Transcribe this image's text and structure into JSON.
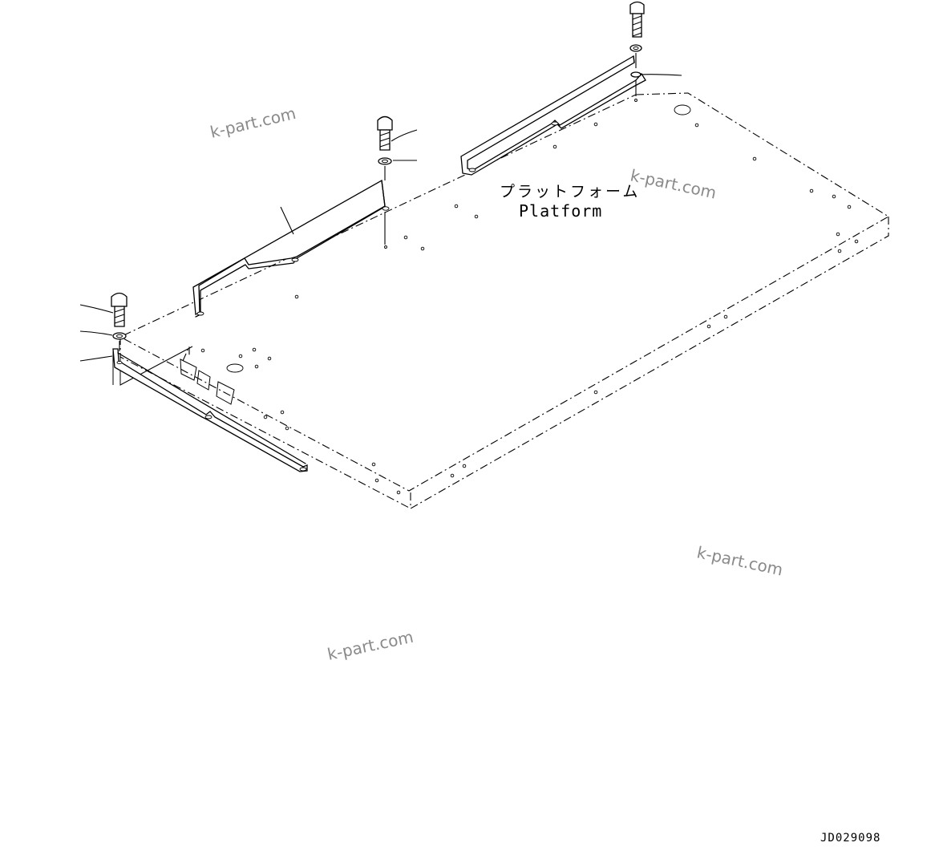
{
  "diagram": {
    "platform_label_jp": "プラットフォーム",
    "platform_label_en": "Platform",
    "drawing_number": "JD029098",
    "watermarks": [
      "k-part.com",
      "k-part.com",
      "k-part.com",
      "k-part.com"
    ],
    "parts": [
      "bolt",
      "washer",
      "bracket",
      "bolt",
      "washer",
      "bracket",
      "bolt",
      "washer",
      "bracket",
      "platform"
    ]
  }
}
